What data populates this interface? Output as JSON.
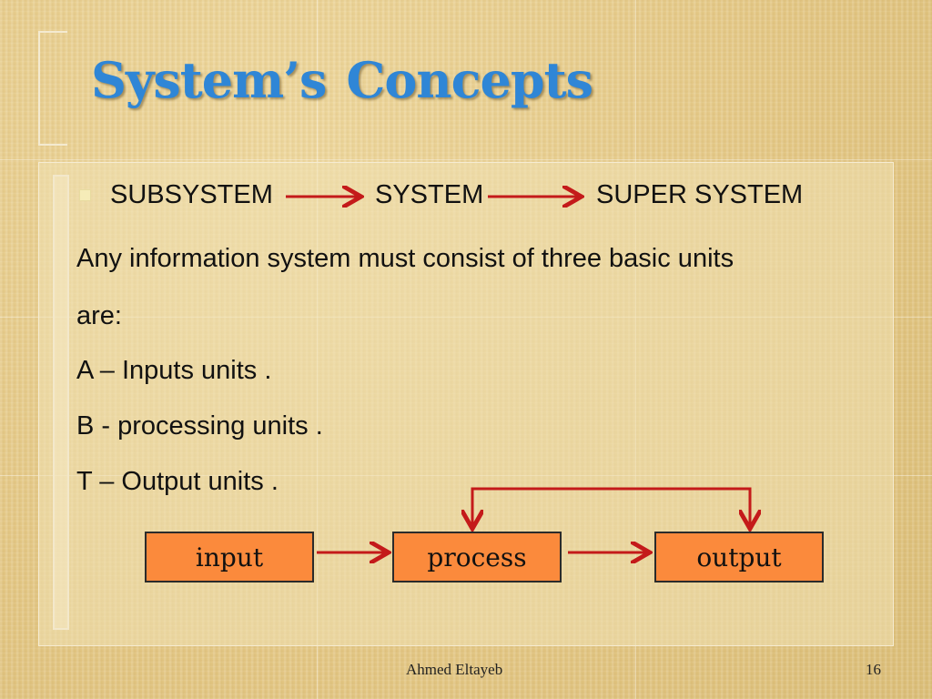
{
  "slide": {
    "title_part1": "System’s",
    "title_part2": "Concepts",
    "chain": {
      "item1": "SUBSYSTEM",
      "item2": "SYSTEM",
      "item3": "SUPER SYSTEM"
    },
    "lines": [
      "Any information system must consist of three basic units",
      "are:",
      "A – Inputs units .",
      "B - processing units .",
      "T – Output units ."
    ],
    "diagram": {
      "input": "input",
      "process": "process",
      "output": "output"
    },
    "footer": {
      "author": "Ahmed Eltayeb",
      "page_number": "16"
    },
    "colors": {
      "title": "#2f86d6",
      "arrow": "#c41a1a",
      "box_fill": "#fb8a3c"
    }
  }
}
